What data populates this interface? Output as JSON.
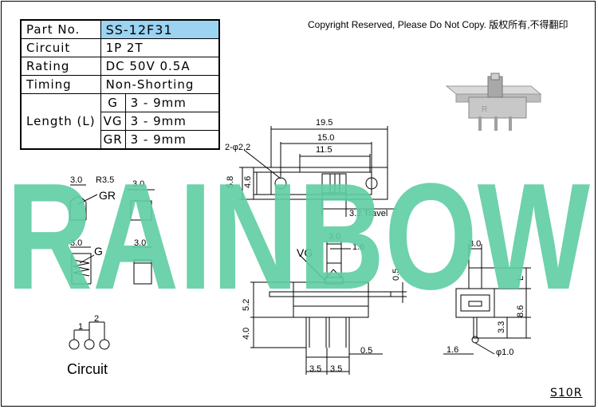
{
  "spec_table": {
    "part_no_label": "Part No.",
    "part_no_value": "SS-12F31",
    "circuit_label": "Circuit",
    "circuit_value": "1P 2T",
    "rating_label": "Rating",
    "rating_value": "DC 50V 0.5A",
    "timing_label": "Timing",
    "timing_value": "Non-Shorting",
    "length_label": "Length (L)",
    "lengths": [
      {
        "type": "G",
        "range": "3 - 9mm"
      },
      {
        "type": "VG",
        "range": "3 - 9mm"
      },
      {
        "type": "GR",
        "range": "3 - 9mm"
      }
    ]
  },
  "copyright": "Copyright Reserved, Please Do Not Copy. 版权所有,不得翻印",
  "watermark": {
    "text": "RAINBOW",
    "color": "#5ecda3"
  },
  "actuators": {
    "gr_label": "GR",
    "g_label": "G",
    "dim_3_0": "3.0",
    "r3_5": "R3.5"
  },
  "top_view": {
    "d19_5": "19.5",
    "d15_0": "15.0",
    "d11_5": "11.5",
    "holes": "2-φ2.2",
    "d5_8": "5.8",
    "d4_6": "4.6",
    "travel": "3.2 Travel"
  },
  "front_view": {
    "vg_label": "VG",
    "d3_0": "3.0",
    "d1_6": "1.6",
    "d0_5a": "0.5",
    "d5_2": "5.2",
    "d4_0": "4.0",
    "d0_5b": "0.5",
    "d3_5a": "3.5",
    "d3_5b": "3.5"
  },
  "side_view": {
    "d3_0": "3.0",
    "l": "L",
    "d8_6": "8.6",
    "d3_3": "3.3",
    "d1_6": "1.6",
    "phi1_0": "φ1.0"
  },
  "circuit_diagram": {
    "pin1": "1",
    "pin2": "2",
    "caption": "Circuit"
  },
  "page_code": "S10R"
}
